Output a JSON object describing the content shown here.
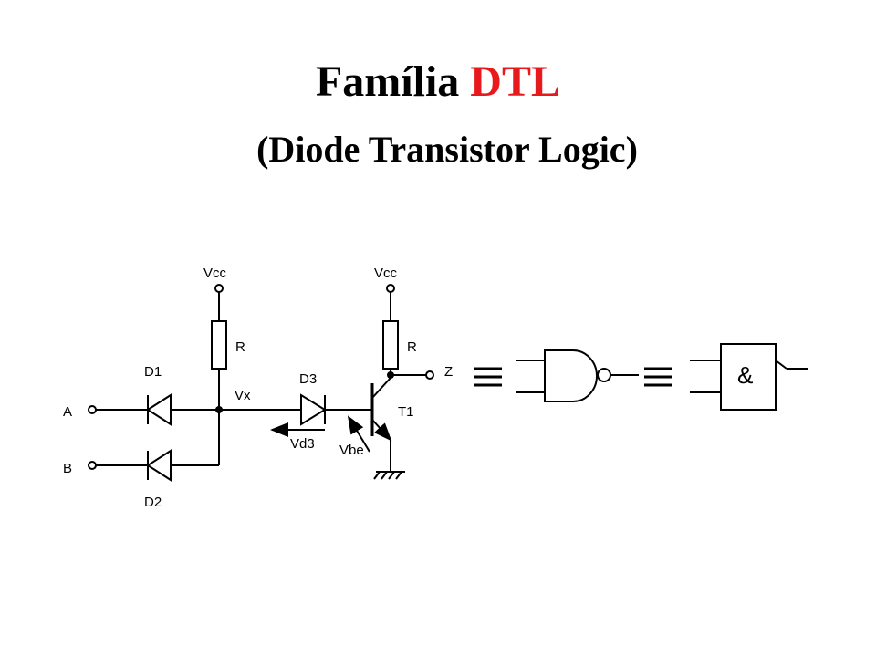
{
  "title": {
    "main": "Família",
    "accent": "DTL",
    "subtitle": "(Diode Transistor Logic)"
  },
  "colors": {
    "accent": "#e8191c",
    "ink": "#000000"
  },
  "labels": {
    "vcc_left": "Vcc",
    "vcc_right": "Vcc",
    "r_left": "R",
    "r_right": "R",
    "d1": "D1",
    "d2": "D2",
    "d3": "D3",
    "vx": "Vx",
    "vd3": "Vd3",
    "vbe": "Vbe",
    "t1": "T1",
    "z": "Z",
    "input_a": "A",
    "input_b": "B",
    "iec_symbol": "&"
  }
}
